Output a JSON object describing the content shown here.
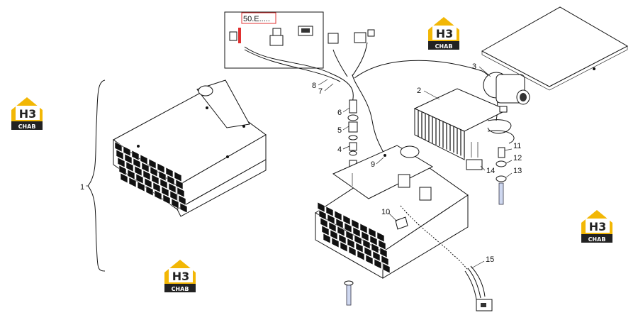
{
  "callout_ref": "50.E.....",
  "part_numbers": [
    "1",
    "2",
    "3",
    "4",
    "5",
    "6",
    "7",
    "8",
    "9",
    "10",
    "11",
    "12",
    "13",
    "14",
    "15"
  ],
  "watermark": {
    "letters": "H3",
    "brand": "CHAB",
    "color": "#f2b705"
  }
}
